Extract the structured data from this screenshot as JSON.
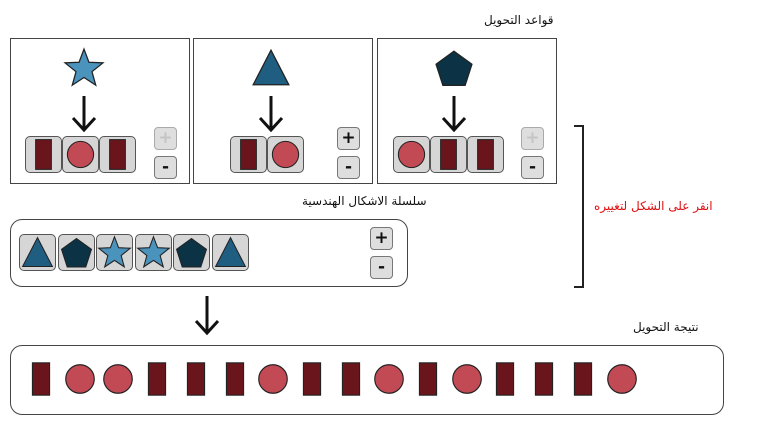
{
  "labels": {
    "rules_title": "قواعد التحويل",
    "chain_title": "سلسلة الاشكال الهندسية",
    "result_title": "نتيجة التحويل",
    "hint": "انقر على الشكل لتغييره"
  },
  "colors": {
    "star": "#4a93bc",
    "triangle": "#1f5e80",
    "pentagon": "#0c3345",
    "red_shape": "#c24a55",
    "dark_rect": "#6a151c",
    "tile_bg": "#d6d6d6"
  },
  "rules": [
    {
      "source": "star",
      "output": [
        "rect",
        "circle",
        "rect"
      ],
      "plus": {
        "label": "+",
        "enabled": false
      },
      "minus": {
        "label": "-",
        "enabled": true
      }
    },
    {
      "source": "triangle",
      "output": [
        "rect",
        "circle"
      ],
      "plus": {
        "label": "+",
        "enabled": true
      },
      "minus": {
        "label": "-",
        "enabled": true
      }
    },
    {
      "source": "pentagon",
      "output": [
        "circle",
        "rect",
        "rect"
      ],
      "plus": {
        "label": "+",
        "enabled": false
      },
      "minus": {
        "label": "-",
        "enabled": true
      }
    }
  ],
  "chain": {
    "shapes": [
      "triangle",
      "pentagon",
      "star",
      "star",
      "pentagon",
      "triangle"
    ],
    "plus": {
      "label": "+",
      "enabled": true
    },
    "minus": {
      "label": "-",
      "enabled": true
    }
  },
  "result": {
    "shapes": [
      "rect",
      "circle",
      "circle",
      "rect",
      "rect",
      "rect",
      "circle",
      "rect",
      "rect",
      "circle",
      "rect",
      "circle",
      "rect",
      "rect",
      "rect",
      "circle"
    ]
  },
  "icons": {
    "down_arrow": "arrow-down-icon",
    "bracket": "bracket-icon"
  }
}
